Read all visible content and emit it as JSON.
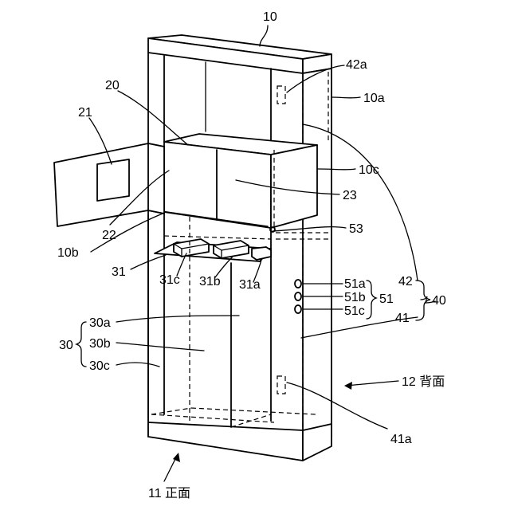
{
  "labels": {
    "l10": "10",
    "l10a": "10a",
    "l10b": "10b",
    "l10c": "10c",
    "l20": "20",
    "l21": "21",
    "l22": "22",
    "l23": "23",
    "l30": "30",
    "l30a": "30a",
    "l30b": "30b",
    "l30c": "30c",
    "l31": "31",
    "l31a": "31a",
    "l31b": "31b",
    "l31c": "31c",
    "l40": "40",
    "l41": "41",
    "l41a": "41a",
    "l42": "42",
    "l42a": "42a",
    "l51": "51",
    "l51a": "51a",
    "l51b": "51b",
    "l51c": "51c",
    "l53": "53",
    "l11": "11 正面",
    "l12": "12 背面"
  }
}
